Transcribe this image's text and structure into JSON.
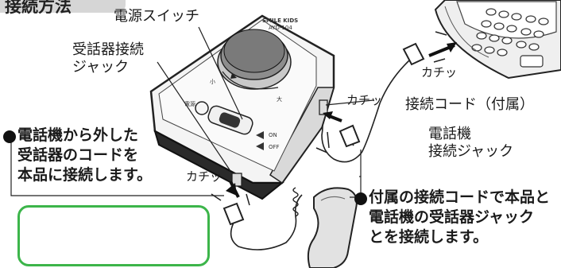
{
  "header": {
    "title": "接続方法"
  },
  "labels": {
    "power_switch": "電源スイッチ",
    "handset_jack_line1": "受話器接続",
    "handset_jack_line2": "ジャック",
    "click_top": "カチッ",
    "click_mid": "カチッ",
    "click_bottom": "カチッ",
    "cord_label": "接続コード（付属）",
    "phone_jack_line1": "電話機",
    "phone_jack_line2": "接続ジャック"
  },
  "instructions": {
    "left_line1": "電話機から外した",
    "left_line2": "受話器のコードを",
    "left_line3": "本品に接続します。",
    "right_line1": "付属の接続コードで本品と",
    "right_line2": "電話機の受話器ジャック",
    "right_line3": "とを接続します。"
  },
  "device": {
    "brand": "SMILE KIDS",
    "model": "AYD-104",
    "mark_power": "電源",
    "mark_on": "ON",
    "mark_off": "OFF",
    "mark_small": "小",
    "mark_large": "大"
  },
  "colors": {
    "accent_box": "#3cb54a",
    "title_bg": "#d6d6d6"
  }
}
